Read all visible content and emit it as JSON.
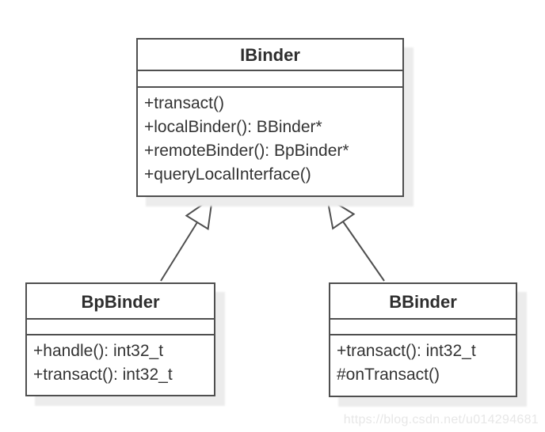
{
  "diagram": {
    "type": "uml-class-diagram",
    "watermark": "https://blog.csdn.net/u014294681",
    "colors": {
      "background": "#ffffff",
      "border": "#4f4f4f",
      "text": "#333333",
      "shadow": "#ececec",
      "watermark_text": "#e7e7e7"
    },
    "classes": [
      {
        "name": "IBinder",
        "attributes": [],
        "methods": [
          "+transact()",
          "+localBinder(): BBinder*",
          "+remoteBinder(): BpBinder*",
          "+queryLocalInterface()"
        ]
      },
      {
        "name": "BpBinder",
        "attributes": [],
        "methods": [
          "+handle(): int32_t",
          "+transact(): int32_t"
        ]
      },
      {
        "name": "BBinder",
        "attributes": [],
        "methods": [
          "+transact(): int32_t",
          "#onTransact()"
        ]
      }
    ],
    "relations": [
      {
        "type": "generalization",
        "from": "BpBinder",
        "to": "IBinder"
      },
      {
        "type": "generalization",
        "from": "BBinder",
        "to": "IBinder"
      }
    ]
  }
}
